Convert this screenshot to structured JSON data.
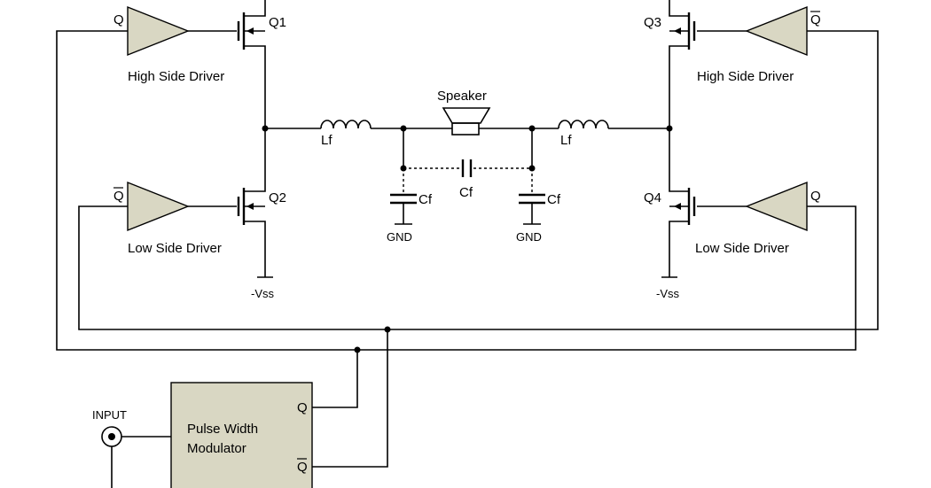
{
  "labels": {
    "q1": "Q1",
    "q2": "Q2",
    "q3": "Q3",
    "q4": "Q4",
    "high_side_left": "High Side Driver",
    "high_side_right": "High Side Driver",
    "low_side_left": "Low Side Driver",
    "low_side_right": "Low Side Driver",
    "speaker": "Speaker",
    "lf_left": "Lf",
    "lf_right": "Lf",
    "cf_left": "Cf",
    "cf_mid": "Cf",
    "cf_right": "Cf",
    "gnd_left": "GND",
    "gnd_right": "GND",
    "vss_left": "-Vss",
    "vss_right": "-Vss",
    "input": "INPUT",
    "pwm_line1": "Pulse Width",
    "pwm_line2": "Modulator",
    "drv_hs_left_in": "Q",
    "drv_hs_right_in": "Q",
    "drv_ls_left_in": "Q",
    "drv_ls_right_in": "Q",
    "pwm_out_q": "Q",
    "pwm_out_qbar": "Q"
  },
  "overbars": [
    "drv_hs_right_in",
    "drv_ls_left_in",
    "pwm_out_qbar"
  ]
}
